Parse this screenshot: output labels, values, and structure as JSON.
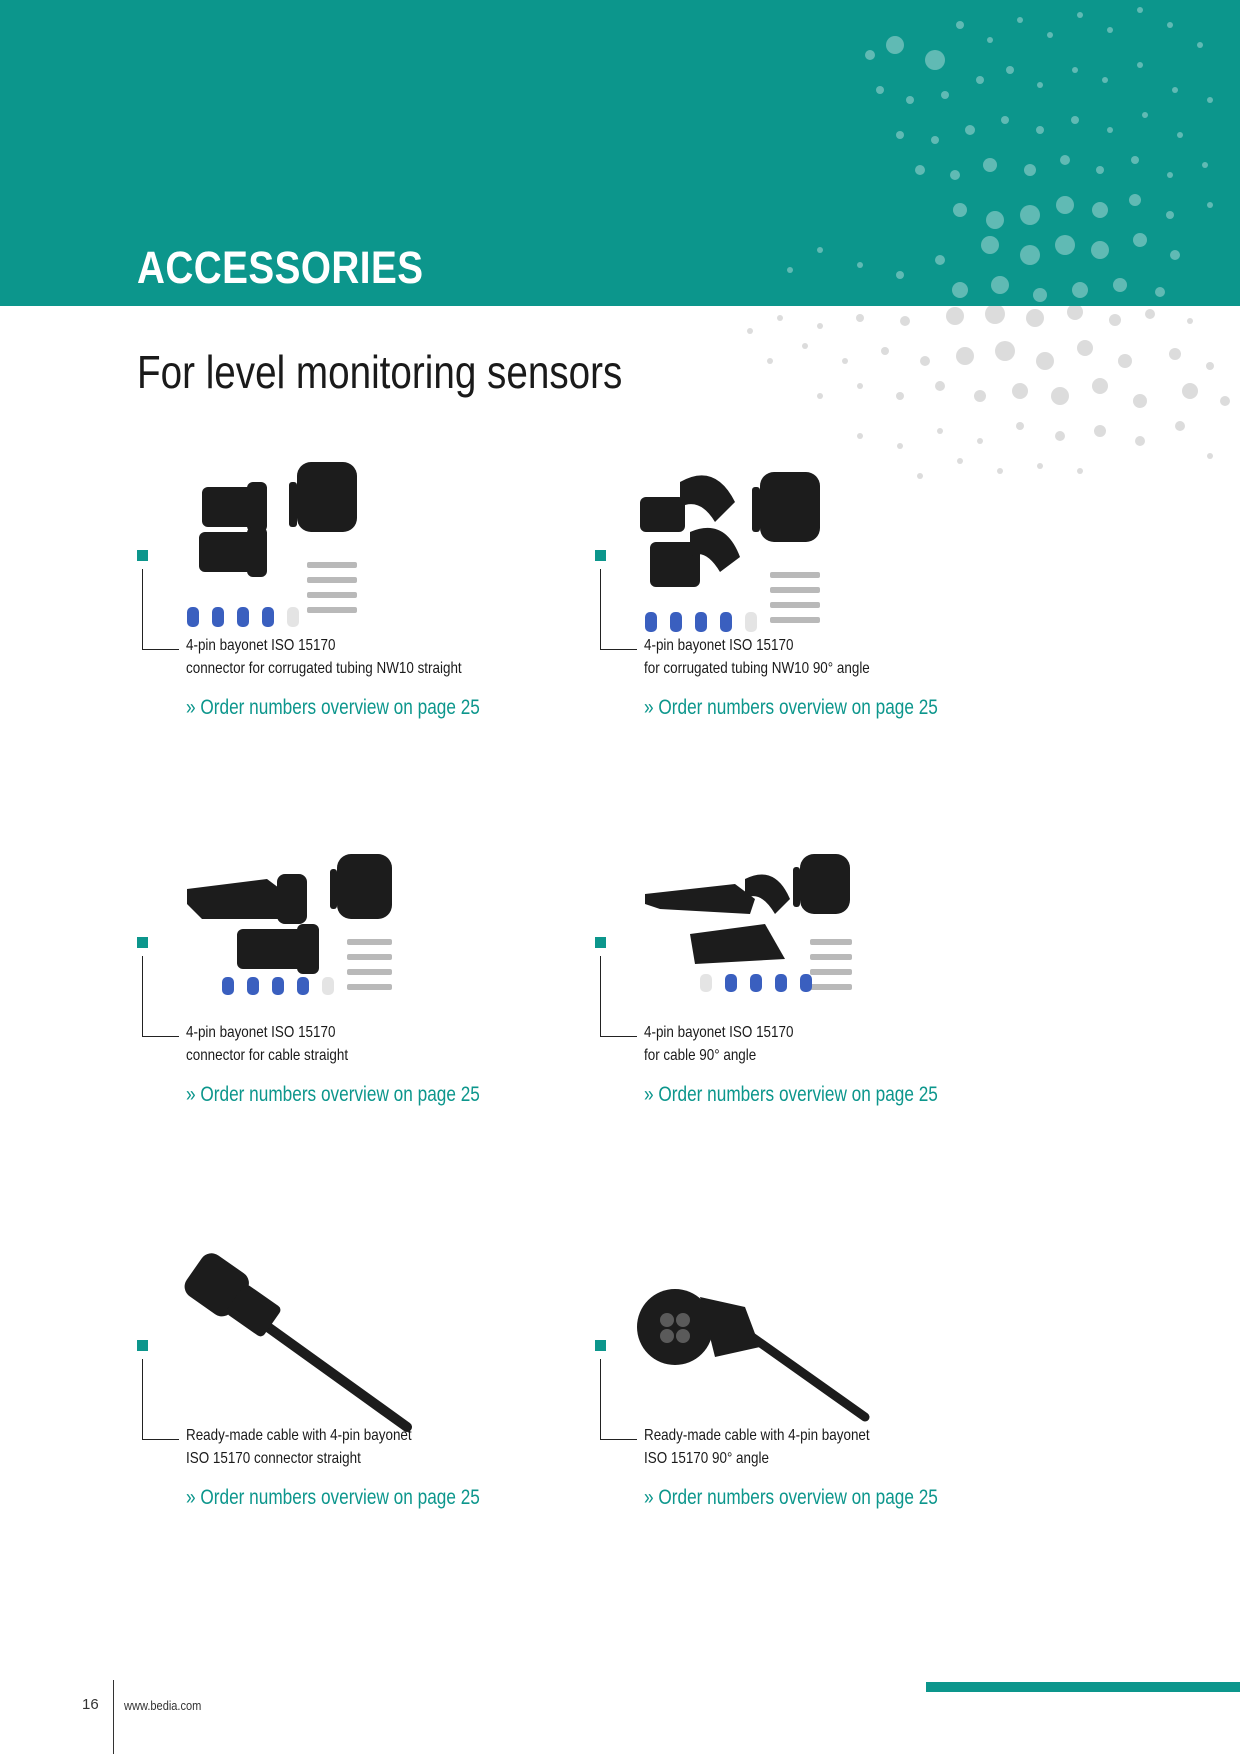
{
  "header": {
    "section_title": "ACCESSORIES",
    "band_color": "#0c968c"
  },
  "page_heading": "For level monitoring sensors",
  "accent_color": "#0c968c",
  "products": [
    {
      "caption_line1": "4-pin bayonet ISO 15170",
      "caption_line2": "connector for corrugated tubing NW10 straight",
      "order_link": "» Order numbers overview on page 25",
      "image": "connector-corrugated-straight-kit"
    },
    {
      "caption_line1": "4-pin bayonet ISO 15170",
      "caption_line2": "for corrugated tubing NW10 90° angle",
      "order_link": "» Order numbers overview on page 25",
      "image": "connector-corrugated-angle-kit"
    },
    {
      "caption_line1": "4-pin bayonet ISO 15170",
      "caption_line2": "connector for cable straight",
      "order_link": "» Order numbers overview on page 25",
      "image": "connector-cable-straight-kit"
    },
    {
      "caption_line1": "4-pin bayonet ISO 15170",
      "caption_line2": "for cable 90° angle",
      "order_link": "» Order numbers overview on page 25",
      "image": "connector-cable-angle-kit"
    },
    {
      "caption_line1": "Ready-made cable with 4-pin bayonet",
      "caption_line2": "ISO 15170 connector straight",
      "order_link": "» Order numbers overview on page 25",
      "image": "ready-made-cable-straight"
    },
    {
      "caption_line1": "Ready-made cable with 4-pin bayonet",
      "caption_line2": "ISO 15170 90° angle",
      "order_link": "» Order numbers overview on page 25",
      "image": "ready-made-cable-angle"
    }
  ],
  "footer": {
    "page_number": "16",
    "url": "www.bedia.com"
  }
}
